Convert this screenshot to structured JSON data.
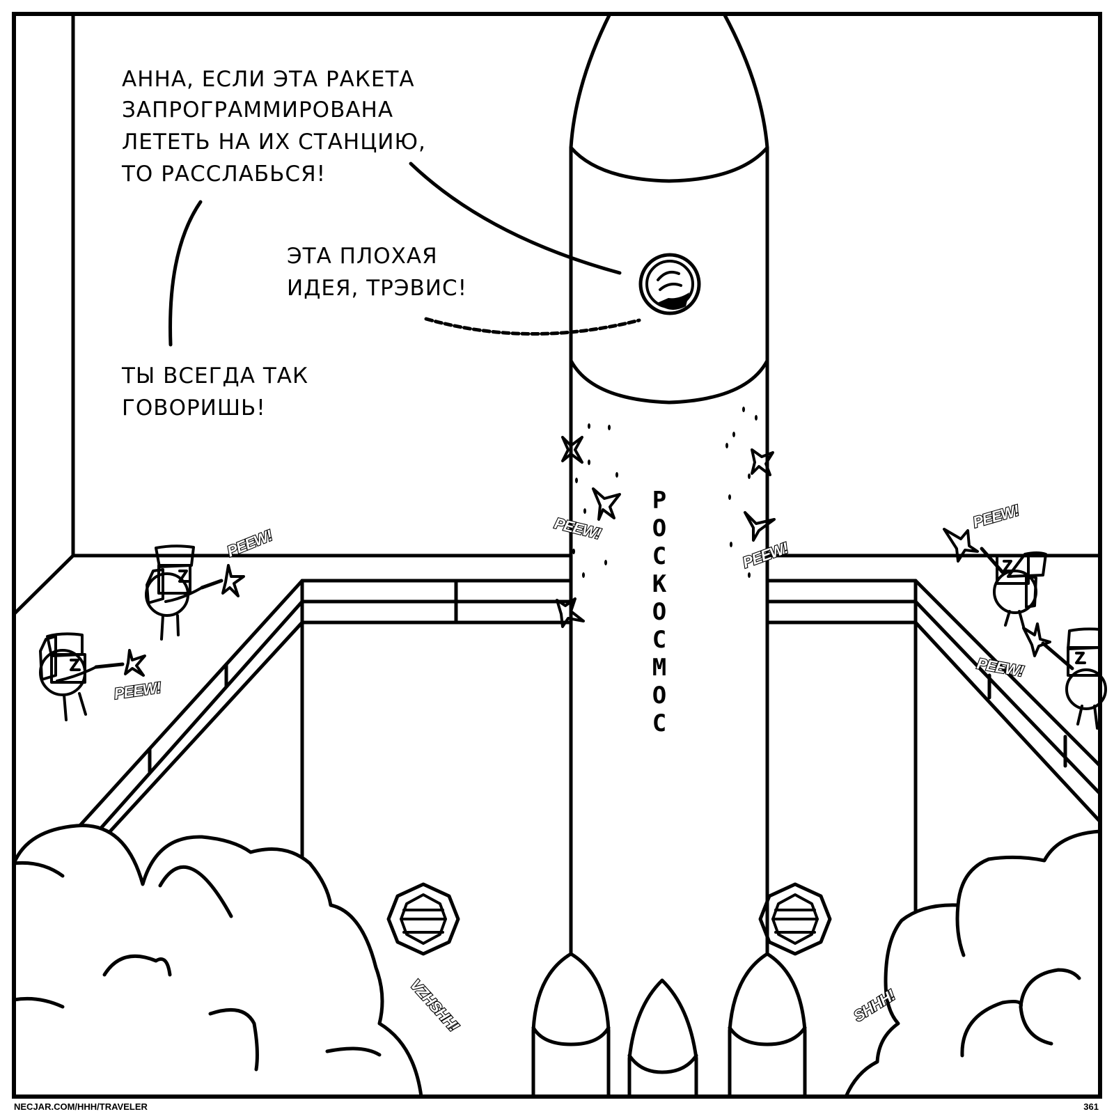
{
  "comic": {
    "page_number": "361",
    "site_credit": "NECJAR.COM/HHH/TRAVELER",
    "hull_text": "РОСКОСМОС",
    "dialogue": [
      {
        "speaker": "travis",
        "lines": [
          "АННА, ЕСЛИ ЭТА РАКЕТА",
          "ЗАПРОГРАММИРОВАНА",
          "ЛЕТЕТЬ НА ИХ СТАНЦИЮ,",
          "ТО РАССЛАБЬСЯ!"
        ]
      },
      {
        "speaker": "anna",
        "lines": [
          "ЭТА ПЛОХАЯ",
          "ИДЕЯ, ТРЭВИС!"
        ]
      },
      {
        "speaker": "travis",
        "lines": [
          "ТЫ ВСЕГДА ТАК",
          "ГОВОРИШЬ!"
        ]
      }
    ],
    "sound_effects": [
      "PEEW!",
      "PEEW!",
      "PEEW!",
      "PEEW!",
      "PEEW!",
      "PEEW!",
      "VZHSHH!",
      "SHHH!"
    ],
    "colors": {
      "ink": "#000000",
      "paper": "#ffffff"
    }
  }
}
